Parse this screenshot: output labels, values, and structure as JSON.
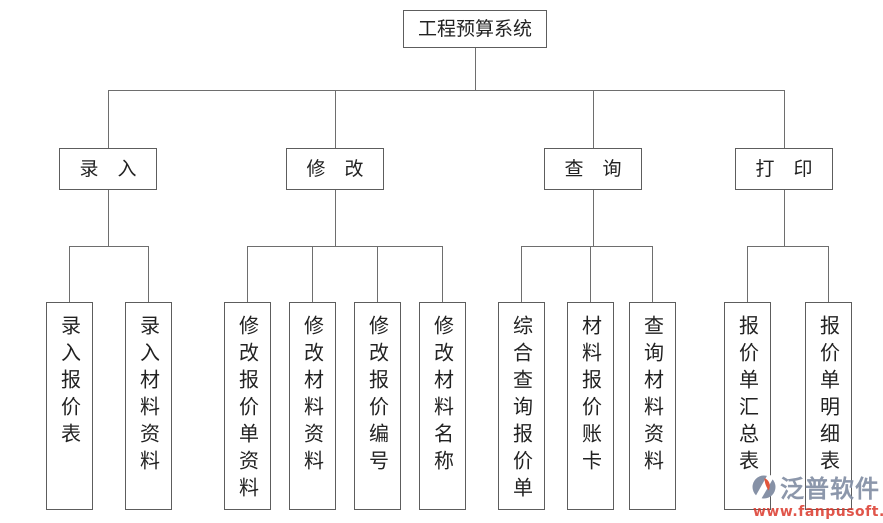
{
  "diagram": {
    "root": "工程预算系统",
    "branches": [
      {
        "label": "录　入",
        "children": [
          "录入报价表",
          "录入材料资料"
        ]
      },
      {
        "label": "修　改",
        "children": [
          "修改报价单资料",
          "修改材料资料",
          "修改报价编号",
          "修改材料名称"
        ]
      },
      {
        "label": "查　询",
        "children": [
          "综合查询报价单",
          "材料报价账卡",
          "查询材料资料"
        ]
      },
      {
        "label": "打　印",
        "children": [
          "报价单汇总表",
          "报价单明细表"
        ]
      }
    ]
  },
  "watermark": {
    "brand": "泛普软件",
    "url": "www.fanpusoft.com",
    "brand_color": "#8691a6",
    "url_color": "#db372a",
    "logo_icon": "fanpu-logo"
  },
  "colors": {
    "line": "#6e6e6e",
    "box_border": "#5d5d5d",
    "background": "#ffffff",
    "text": "#222222"
  }
}
